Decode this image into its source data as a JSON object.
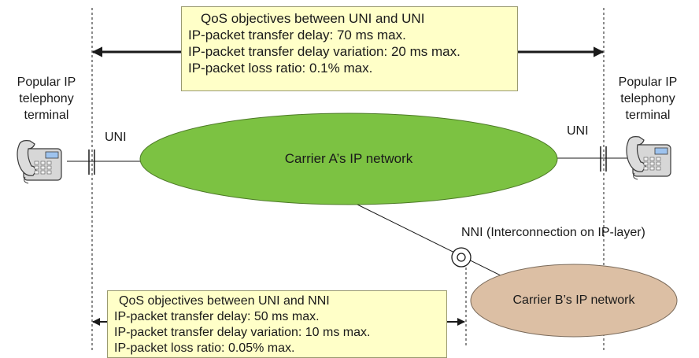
{
  "top_box": {
    "heading": "QoS objectives between UNI and UNI",
    "lines": [
      "IP-packet transfer delay: 70 ms max.",
      "IP-packet transfer delay variation: 20 ms max.",
      "IP-packet loss ratio: 0.1% max."
    ]
  },
  "bottom_box": {
    "heading": "QoS objectives between UNI and NNI",
    "lines": [
      "IP-packet transfer delay: 50 ms max.",
      "IP-packet transfer delay variation: 10 ms max.",
      "IP-packet loss ratio: 0.05% max."
    ]
  },
  "terminal_left": {
    "line1": "Popular IP",
    "line2": "telephony",
    "line3": "terminal"
  },
  "terminal_right": {
    "line1": "Popular IP",
    "line2": "telephony",
    "line3": "terminal"
  },
  "uni_left": "UNI",
  "uni_right": "UNI",
  "nni_label": "NNI (Interconnection on IP-layer)",
  "network_a": "Carrier A’s IP network",
  "network_b": "Carrier B’s IP network",
  "colors": {
    "network_a_fill": "#7cc242",
    "network_b_fill": "#dcbfa4",
    "box_fill": "#ffffc8",
    "line": "#1a1a1a"
  },
  "icons": [
    "telephone-icon",
    "connector-icon"
  ]
}
